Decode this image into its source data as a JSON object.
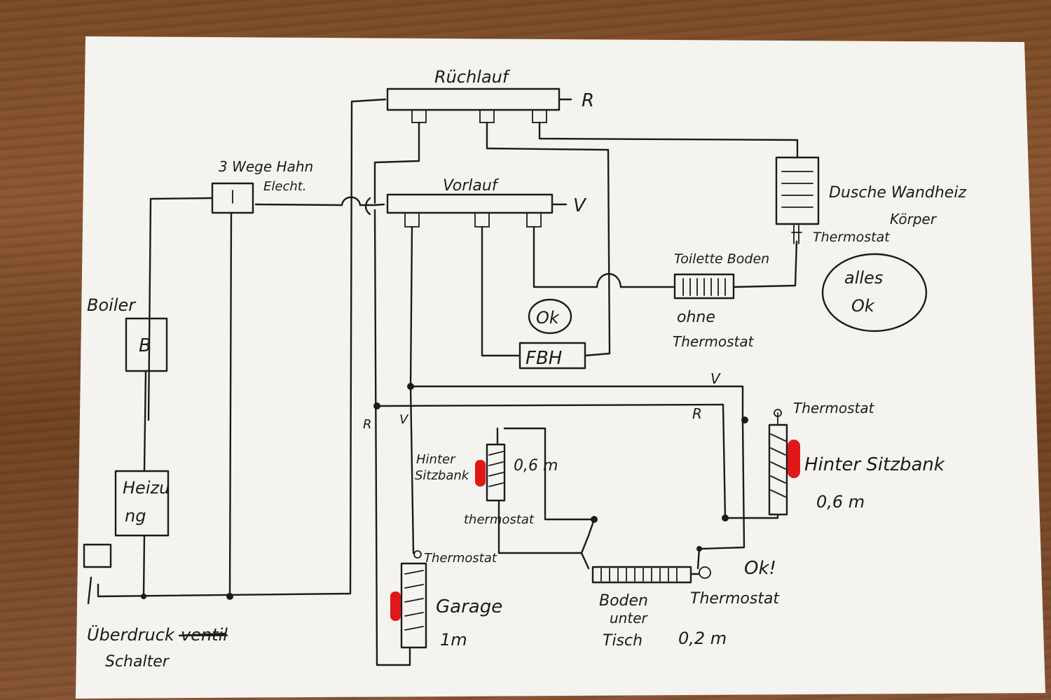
{
  "labels": {
    "ruecklauf": "Rüchlauf",
    "r_main": "R",
    "vorlauf": "Vorlauf",
    "v_main": "V",
    "dreiwege": "3 Wege Hahn",
    "elecht": "Elecht.",
    "boiler": "Boiler",
    "b": "B",
    "heizung_1": "Heizu",
    "heizung_2": "ng",
    "dusche_1": "Dusche Wandheiz",
    "dusche_2": "Körper",
    "thermostat_dusche": "Thermostat",
    "toilette": "Toilette Boden",
    "ohne": "ohne",
    "thermostat_ohne": "Thermostat",
    "alles": "alles",
    "ok_circle": "Ok",
    "ok_fbh": "Ok",
    "fbh": "FBH",
    "v_loop": "V",
    "r_loop": "R",
    "r_left": "R",
    "v_left": "V",
    "thermostat_right": "Thermostat",
    "hinter_right": "Hinter Sitzbank",
    "len_right": "0,6 m",
    "hinter_left_1": "Hinter",
    "hinter_left_2": "Sitzbank",
    "len_left": "0,6 m",
    "thermostat_left": "thermostat",
    "thermostat_garage": "Thermostat",
    "garage": "Garage",
    "len_garage": "1m",
    "boden_1": "Boden",
    "boden_2": "unter",
    "boden_3": "Tisch",
    "len_boden": "0,2 m",
    "thermostat_boden": "Thermostat",
    "ok_boden": "Ok!",
    "ueberdruck_1": "Überdruck",
    "ueberdruck_strike": "ventil",
    "ueberdruck_2": "Schalter"
  }
}
